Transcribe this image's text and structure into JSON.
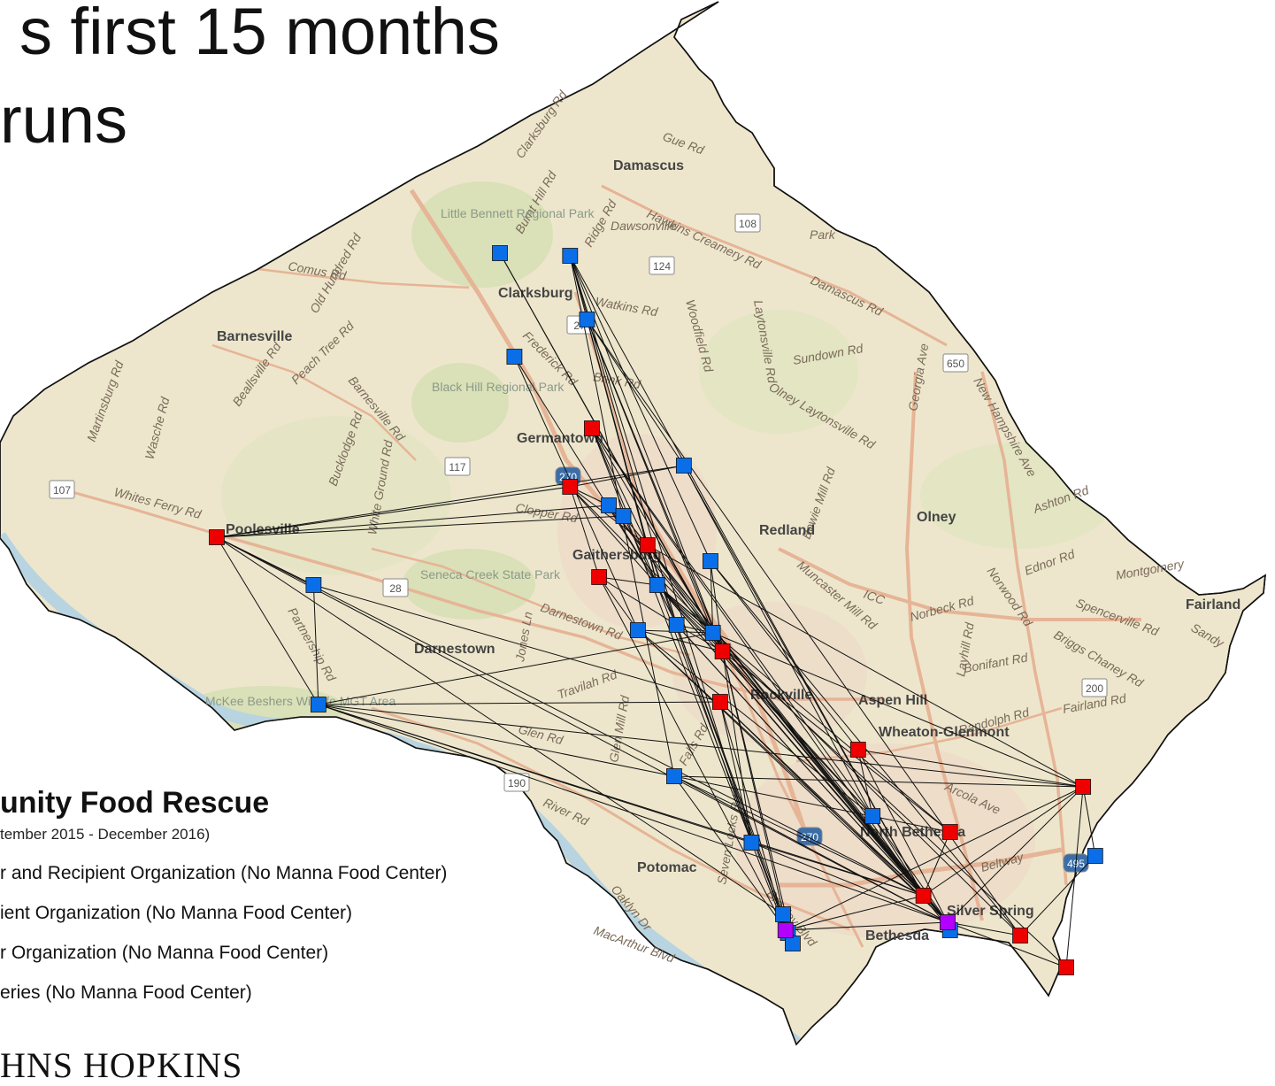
{
  "title": {
    "line1": "s first 15 months",
    "line2": "runs"
  },
  "legend": {
    "title": "unity Food Rescue",
    "subtitle": "tember 2015 - December 2016)",
    "items": [
      "r and Recipient Organization (No Manna Food Center)",
      "ient Organization (No Manna Food Center)",
      "r Organization (No Manna Food Center)",
      "eries (No Manna Food Center)"
    ]
  },
  "organization": "HNS HOPKINS",
  "colors": {
    "land": "#ede6cc",
    "water": "#b8d4e0",
    "park": "#cfdcae",
    "road_major": "#e6b496",
    "red_marker": "#ee0000",
    "blue_marker": "#0a6ee8",
    "purple_marker": "#b300ff",
    "route_line": "#111111"
  },
  "map_labels": {
    "towns": [
      "Damascus",
      "Clarksburg",
      "Barnesville",
      "Germantown",
      "Poolesville",
      "Redland",
      "Gaithersburg",
      "Olney",
      "Darnestown",
      "Rockville",
      "Aspen Hill",
      "Wheaton-Glenmont",
      "North Bethesda",
      "Potomac",
      "Bethesda",
      "Silver Spring",
      "Fairland"
    ],
    "parks": [
      "Little Bennett Regional Park",
      "Black Hill Regional Park",
      "Seneca Creek State Park",
      "McKee Beshers Wildlife MGT Area"
    ],
    "roads": [
      "Clarksburg Rd",
      "Gue Rd",
      "Hawkins Creamery Rd",
      "Comus Rd",
      "Old Hundred Rd",
      "Watkins Rd",
      "Woodfield Rd",
      "Laytonsville Rd",
      "Damascus Rd",
      "Sundown Rd",
      "Georgia Ave",
      "New Hampshire Ave",
      "Frederick Rd",
      "Barnesville Rd",
      "Peach Tree Rd",
      "Beallsville Rd",
      "Whites Ferry Rd",
      "Olney Laytonsville Rd",
      "Ridge Rd",
      "Bowie Mill Rd",
      "Ashton Rd",
      "Norwood Rd",
      "Ednor Rd",
      "Spencerville Rd",
      "Muncaster Mill Rd",
      "ICC",
      "Briggs Chaney Rd",
      "Darnestown Rd",
      "Travilah Rd",
      "Glen Rd",
      "River Rd",
      "Falls Rd",
      "Seven Locks Rd",
      "Bradley Blvd",
      "MacArthur Blvd",
      "Oaklyn Dr",
      "Beltway",
      "Arcola Ave",
      "Fairland Rd",
      "Randolph Rd",
      "Bonifant Rd",
      "Partnership Rd",
      "Burnt Hill Rd",
      "Martinsburg Rd",
      "Wasche Rd",
      "Bucklodge Rd",
      "White Ground Rd",
      "Clopper Rd",
      "Jones Ln",
      "Glen Mill Rd",
      "Brink Rd",
      "Norbeck Rd",
      "Layhill Rd",
      "Sandy",
      "Montgomery",
      "Park",
      "Dawsonville"
    ],
    "shields": [
      "108",
      "124",
      "27",
      "650",
      "117",
      "270",
      "107",
      "28",
      "200",
      "190",
      "270",
      "495"
    ]
  },
  "markers": {
    "red": [
      {
        "name": "poolesville-donor",
        "lon": -77.417,
        "lat": 39.145
      },
      {
        "name": "germantown-north",
        "lon": -77.262,
        "lat": 39.186
      },
      {
        "name": "germantown-south",
        "lon": -77.271,
        "lat": 39.164
      },
      {
        "name": "gaithersburg-east",
        "lon": -77.239,
        "lat": 39.142
      },
      {
        "name": "gaithersburg-south",
        "lon": -77.259,
        "lat": 39.13
      },
      {
        "name": "rockville-north",
        "lon": -77.208,
        "lat": 39.102
      },
      {
        "name": "rockville-center",
        "lon": -77.209,
        "lat": 39.083
      },
      {
        "name": "wheaton",
        "lon": -77.152,
        "lat": 39.065
      },
      {
        "name": "fairland-east",
        "lon": -77.059,
        "lat": 39.051
      },
      {
        "name": "kensington",
        "lon": -77.114,
        "lat": 39.034
      },
      {
        "name": "silver-spring-west",
        "lon": -77.125,
        "lat": 39.01
      },
      {
        "name": "silver-spring-east",
        "lon": -77.085,
        "lat": 38.995
      },
      {
        "name": "takoma-park",
        "lon": -77.066,
        "lat": 38.983
      }
    ],
    "blue": [
      {
        "name": "clarksburg-west",
        "lon": -77.3,
        "lat": 39.252
      },
      {
        "name": "clarksburg",
        "lon": -77.271,
        "lat": 39.251
      },
      {
        "name": "clarksburg-south",
        "lon": -77.264,
        "lat": 39.227
      },
      {
        "name": "boyds",
        "lon": -77.294,
        "lat": 39.213
      },
      {
        "name": "goshen",
        "lon": -77.224,
        "lat": 39.172
      },
      {
        "name": "germantown-center",
        "lon": -77.255,
        "lat": 39.157
      },
      {
        "name": "germantown-east",
        "lon": -77.249,
        "lat": 39.153
      },
      {
        "name": "redland",
        "lon": -77.213,
        "lat": 39.136
      },
      {
        "name": "gaithersburg",
        "lon": -77.235,
        "lat": 39.127
      },
      {
        "name": "dickerson",
        "lon": -77.377,
        "lat": 39.127
      },
      {
        "name": "gaithersburg-south",
        "lon": -77.243,
        "lat": 39.11
      },
      {
        "name": "rockville-west",
        "lon": -77.227,
        "lat": 39.112
      },
      {
        "name": "rockville-east",
        "lon": -77.212,
        "lat": 39.109
      },
      {
        "name": "darnestown",
        "lon": -77.375,
        "lat": 39.082
      },
      {
        "name": "potomac-north",
        "lon": -77.228,
        "lat": 39.055
      },
      {
        "name": "aspen-hill",
        "lon": -77.146,
        "lat": 39.04
      },
      {
        "name": "north-bethesda",
        "lon": -77.196,
        "lat": 39.03
      },
      {
        "name": "bethesda-north",
        "lon": -77.183,
        "lat": 39.003
      },
      {
        "name": "bethesda",
        "lon": -77.181,
        "lat": 38.996
      },
      {
        "name": "bethesda-south",
        "lon": -77.179,
        "lat": 38.992
      },
      {
        "name": "silver-spring",
        "lon": -77.114,
        "lat": 38.997
      },
      {
        "name": "white-oak",
        "lon": -77.054,
        "lat": 39.025
      }
    ],
    "purple": [
      {
        "name": "bethesda-both",
        "lon": -77.182,
        "lat": 38.997
      },
      {
        "name": "silver-spring-both",
        "lon": -77.115,
        "lat": 39.0
      }
    ]
  },
  "routes": [
    [
      "red.0",
      "blue.4"
    ],
    [
      "red.0",
      "blue.5"
    ],
    [
      "red.0",
      "blue.6"
    ],
    [
      "red.0",
      "red.2"
    ],
    [
      "red.0",
      "blue.13"
    ],
    [
      "red.0",
      "blue.17"
    ],
    [
      "red.0",
      "purple.1"
    ],
    [
      "red.0",
      "blue.9"
    ],
    [
      "red.0",
      "red.10"
    ],
    [
      "blue.0",
      "red.5"
    ],
    [
      "blue.0",
      "blue.12"
    ],
    [
      "blue.1",
      "blue.7"
    ],
    [
      "blue.1",
      "blue.11"
    ],
    [
      "blue.1",
      "red.5"
    ],
    [
      "blue.1",
      "red.3"
    ],
    [
      "blue.1",
      "blue.16"
    ],
    [
      "blue.1",
      "red.10"
    ],
    [
      "blue.1",
      "blue.14"
    ],
    [
      "blue.2",
      "blue.4"
    ],
    [
      "blue.2",
      "red.3"
    ],
    [
      "blue.2",
      "blue.8"
    ],
    [
      "blue.2",
      "blue.12"
    ],
    [
      "blue.2",
      "red.11"
    ],
    [
      "blue.2",
      "red.5"
    ],
    [
      "blue.3",
      "blue.8"
    ],
    [
      "blue.3",
      "blue.10"
    ],
    [
      "red.1",
      "red.3"
    ],
    [
      "red.1",
      "blue.8"
    ],
    [
      "red.1",
      "blue.12"
    ],
    [
      "red.1",
      "blue.16"
    ],
    [
      "red.1",
      "red.10"
    ],
    [
      "red.1",
      "blue.15"
    ],
    [
      "red.2",
      "blue.4"
    ],
    [
      "red.2",
      "red.3"
    ],
    [
      "red.2",
      "blue.5"
    ],
    [
      "red.2",
      "blue.8"
    ],
    [
      "red.2",
      "blue.12"
    ],
    [
      "red.2",
      "red.4"
    ],
    [
      "blue.4",
      "red.10"
    ],
    [
      "blue.4",
      "blue.15"
    ],
    [
      "blue.5",
      "blue.6"
    ],
    [
      "blue.5",
      "blue.8"
    ],
    [
      "blue.5",
      "red.5"
    ],
    [
      "blue.5",
      "purple.1"
    ],
    [
      "blue.6",
      "red.3"
    ],
    [
      "blue.6",
      "blue.11"
    ],
    [
      "red.3",
      "blue.8"
    ],
    [
      "red.3",
      "red.5"
    ],
    [
      "red.3",
      "blue.12"
    ],
    [
      "red.3",
      "blue.16"
    ],
    [
      "red.3",
      "red.10"
    ],
    [
      "red.3",
      "purple.1"
    ],
    [
      "red.3",
      "blue.17"
    ],
    [
      "red.3",
      "red.8"
    ],
    [
      "blue.7",
      "red.5"
    ],
    [
      "blue.7",
      "blue.12"
    ],
    [
      "blue.7",
      "red.7"
    ],
    [
      "blue.7",
      "red.11"
    ],
    [
      "blue.8",
      "red.5"
    ],
    [
      "blue.8",
      "blue.12"
    ],
    [
      "blue.8",
      "blue.11"
    ],
    [
      "blue.8",
      "blue.15"
    ],
    [
      "blue.8",
      "red.10"
    ],
    [
      "blue.8",
      "purple.1"
    ],
    [
      "blue.8",
      "red.9"
    ],
    [
      "blue.8",
      "blue.18"
    ],
    [
      "blue.8",
      "red.12"
    ],
    [
      "red.4",
      "blue.10"
    ],
    [
      "red.4",
      "blue.8"
    ],
    [
      "red.4",
      "blue.11"
    ],
    [
      "red.4",
      "purple.0"
    ],
    [
      "blue.10",
      "red.5"
    ],
    [
      "blue.10",
      "blue.12"
    ],
    [
      "blue.10",
      "red.10"
    ],
    [
      "blue.10",
      "purple.1"
    ],
    [
      "blue.10",
      "blue.15"
    ],
    [
      "blue.11",
      "red.5"
    ],
    [
      "blue.11",
      "blue.12"
    ],
    [
      "blue.11",
      "purple.1"
    ],
    [
      "blue.11",
      "red.10"
    ],
    [
      "blue.11",
      "blue.18"
    ],
    [
      "red.5",
      "blue.12"
    ],
    [
      "red.5",
      "blue.16"
    ],
    [
      "red.5",
      "red.10"
    ],
    [
      "red.5",
      "purple.1"
    ],
    [
      "red.5",
      "blue.15"
    ],
    [
      "red.5",
      "blue.19"
    ],
    [
      "red.5",
      "red.9"
    ],
    [
      "red.5",
      "blue.18"
    ],
    [
      "blue.12",
      "red.10"
    ],
    [
      "blue.12",
      "purple.1"
    ],
    [
      "blue.12",
      "red.8"
    ],
    [
      "blue.12",
      "blue.20"
    ],
    [
      "blue.12",
      "red.11"
    ],
    [
      "blue.9",
      "red.6"
    ],
    [
      "blue.9",
      "blue.13"
    ],
    [
      "blue.13",
      "red.6"
    ],
    [
      "blue.13",
      "blue.14"
    ],
    [
      "blue.13",
      "blue.16"
    ],
    [
      "blue.13",
      "red.10"
    ],
    [
      "blue.13",
      "purple.1"
    ],
    [
      "blue.13",
      "red.8"
    ],
    [
      "blue.13",
      "blue.12"
    ],
    [
      "red.6",
      "purple.0"
    ],
    [
      "red.6",
      "purple.1"
    ],
    [
      "red.6",
      "red.10"
    ],
    [
      "red.6",
      "blue.16"
    ],
    [
      "blue.14",
      "red.8"
    ],
    [
      "blue.14",
      "purple.1"
    ],
    [
      "blue.14",
      "red.10"
    ],
    [
      "blue.14",
      "red.9"
    ],
    [
      "blue.14",
      "blue.18"
    ],
    [
      "red.7",
      "purple.1"
    ],
    [
      "red.7",
      "red.8"
    ],
    [
      "red.7",
      "blue.15"
    ],
    [
      "red.8",
      "red.10"
    ],
    [
      "red.8",
      "purple.1"
    ],
    [
      "red.8",
      "purple.0"
    ],
    [
      "red.8",
      "blue.21"
    ],
    [
      "red.8",
      "red.12"
    ],
    [
      "blue.15",
      "red.10"
    ],
    [
      "blue.15",
      "purple.1"
    ],
    [
      "blue.16",
      "red.10"
    ],
    [
      "blue.16",
      "purple.1"
    ],
    [
      "blue.16",
      "purple.0"
    ],
    [
      "red.10",
      "purple.1"
    ],
    [
      "red.10",
      "purple.0"
    ],
    [
      "red.10",
      "red.9"
    ],
    [
      "purple.0",
      "purple.1"
    ],
    [
      "purple.1",
      "red.11"
    ],
    [
      "purple.1",
      "red.12"
    ],
    [
      "red.11",
      "blue.21"
    ]
  ]
}
